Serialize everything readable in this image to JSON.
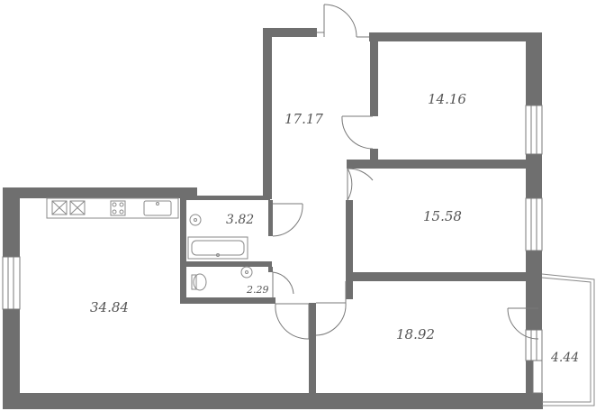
{
  "rooms": {
    "hall": "17.17",
    "bedroom_top": "14.16",
    "bedroom_middle": "15.58",
    "bathroom": "3.82",
    "toilet": "2.29",
    "living_kitchen": "34.84",
    "bedroom_bottom": "18.92",
    "balcony": "4.44"
  },
  "colors": {
    "wall": "#6f6f6f",
    "text": "#555555",
    "line": "#8a8a8a"
  }
}
